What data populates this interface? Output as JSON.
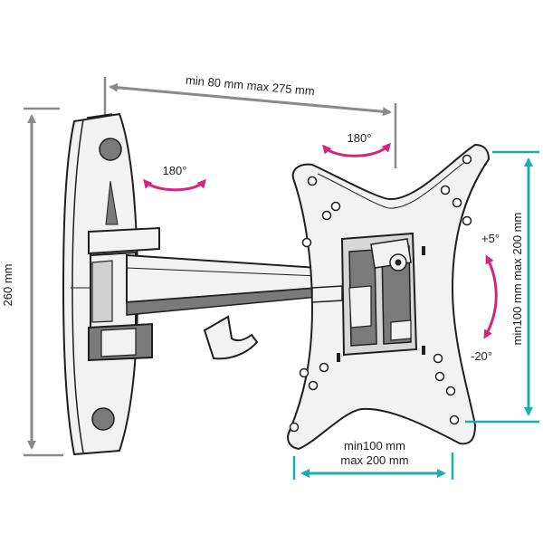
{
  "labels": {
    "arm_reach": "min 80 mm max 275 mm",
    "rotate_wall": "180°",
    "rotate_plate": "180°",
    "height": "260 mm",
    "tilt_up": "+5°",
    "tilt_down": "-20°",
    "vesa_vertical": "min100 mm max 200 mm",
    "vesa_horizontal_line1": "min100 mm",
    "vesa_horizontal_line2": "max 200 mm"
  },
  "colors": {
    "dimension_gray": "#8a8a8a",
    "accent_teal": "#1aaeb0",
    "accent_magenta": "#d4267d",
    "outline": "#1f1f1f",
    "fill_light": "#f2f2f2",
    "fill_dark": "#7a7a7a"
  }
}
